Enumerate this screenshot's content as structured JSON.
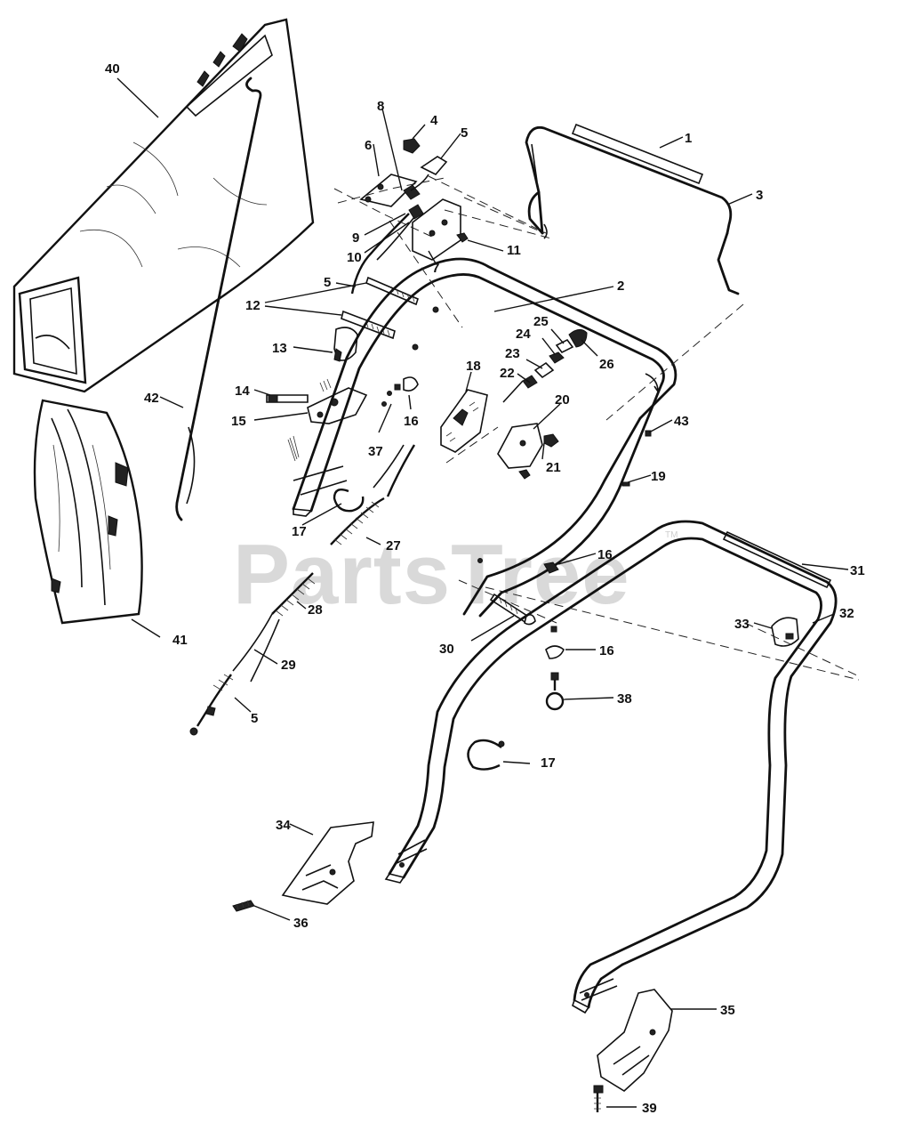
{
  "watermark": {
    "text": "PartsTree",
    "tm": "TM"
  },
  "callouts": [
    {
      "id": "1",
      "label": "1"
    },
    {
      "id": "2",
      "label": "2"
    },
    {
      "id": "3",
      "label": "3"
    },
    {
      "id": "4",
      "label": "4"
    },
    {
      "id": "5a",
      "label": "5"
    },
    {
      "id": "5b",
      "label": "5"
    },
    {
      "id": "5c",
      "label": "5"
    },
    {
      "id": "6",
      "label": "6"
    },
    {
      "id": "7",
      "label": "7"
    },
    {
      "id": "8",
      "label": "8"
    },
    {
      "id": "9",
      "label": "9"
    },
    {
      "id": "10",
      "label": "10"
    },
    {
      "id": "11",
      "label": "11"
    },
    {
      "id": "12",
      "label": "12"
    },
    {
      "id": "13",
      "label": "13"
    },
    {
      "id": "14",
      "label": "14"
    },
    {
      "id": "15",
      "label": "15"
    },
    {
      "id": "16a",
      "label": "16"
    },
    {
      "id": "16b",
      "label": "16"
    },
    {
      "id": "16c",
      "label": "16"
    },
    {
      "id": "17a",
      "label": "17"
    },
    {
      "id": "17b",
      "label": "17"
    },
    {
      "id": "18",
      "label": "18"
    },
    {
      "id": "19",
      "label": "19"
    },
    {
      "id": "20",
      "label": "20"
    },
    {
      "id": "21",
      "label": "21"
    },
    {
      "id": "22",
      "label": "22"
    },
    {
      "id": "23",
      "label": "23"
    },
    {
      "id": "24",
      "label": "24"
    },
    {
      "id": "25",
      "label": "25"
    },
    {
      "id": "26",
      "label": "26"
    },
    {
      "id": "27",
      "label": "27"
    },
    {
      "id": "28",
      "label": "28"
    },
    {
      "id": "29",
      "label": "29"
    },
    {
      "id": "30",
      "label": "30"
    },
    {
      "id": "31",
      "label": "31"
    },
    {
      "id": "32",
      "label": "32"
    },
    {
      "id": "33",
      "label": "33"
    },
    {
      "id": "34",
      "label": "34"
    },
    {
      "id": "35",
      "label": "35"
    },
    {
      "id": "36",
      "label": "36"
    },
    {
      "id": "37",
      "label": "37"
    },
    {
      "id": "38",
      "label": "38"
    },
    {
      "id": "39",
      "label": "39"
    },
    {
      "id": "40",
      "label": "40"
    },
    {
      "id": "41",
      "label": "41"
    },
    {
      "id": "42",
      "label": "42"
    },
    {
      "id": "43",
      "label": "43"
    }
  ]
}
